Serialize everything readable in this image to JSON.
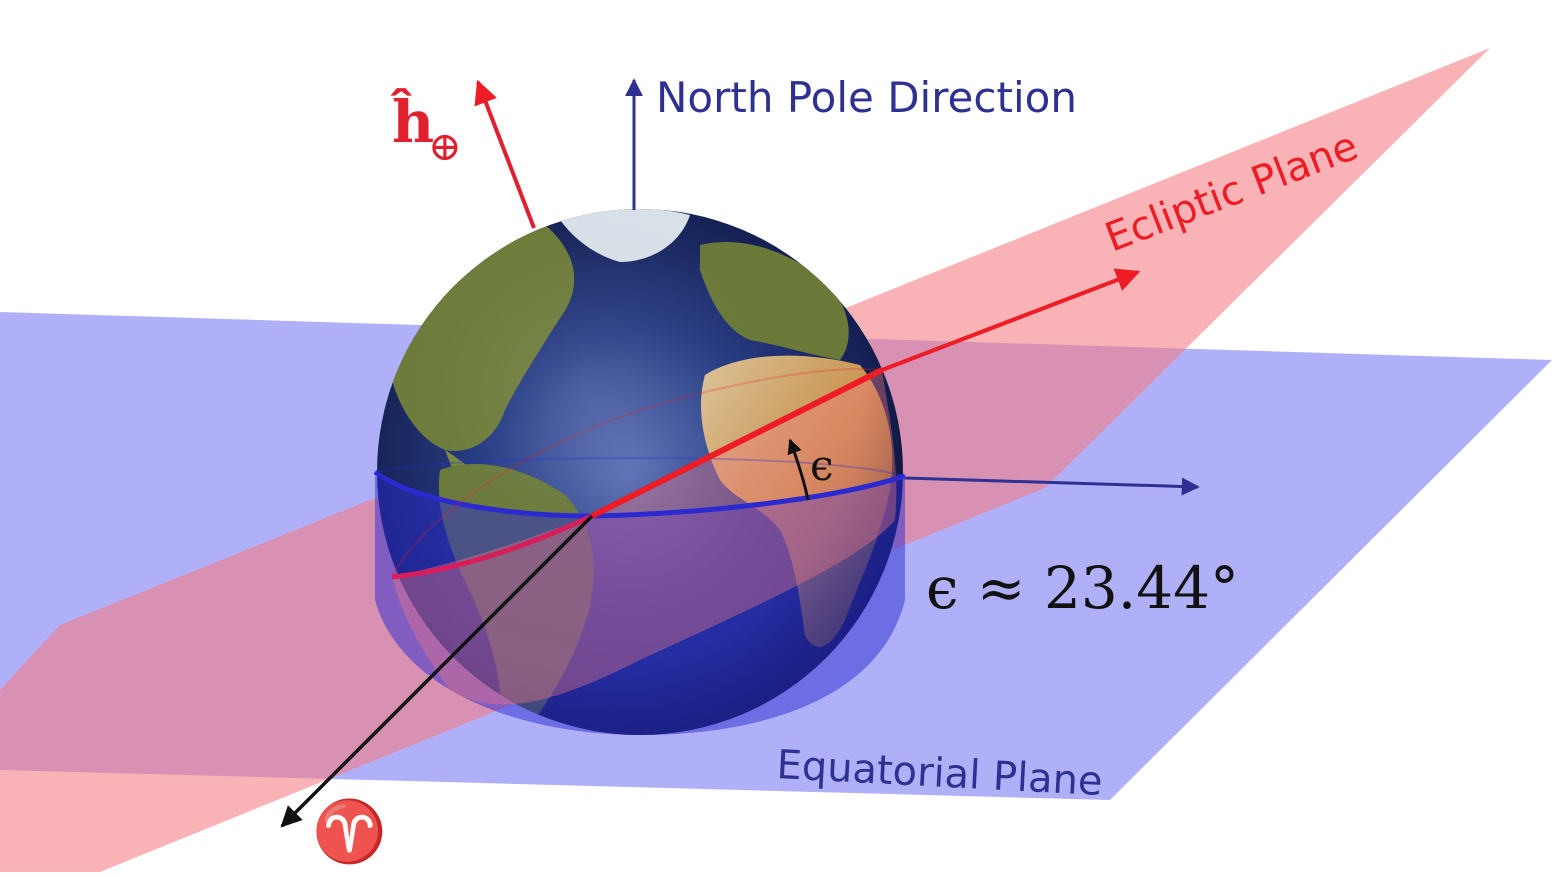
{
  "labels": {
    "north_pole": "North Pole Direction",
    "ecliptic_plane": "Ecliptic Plane",
    "equatorial_plane": "Equatorial Plane",
    "h_vector_main": "ĥ",
    "h_vector_sub": "⊕",
    "obliquity_symbol": "ϵ",
    "obliquity_value": "ϵ ≈ 23.44°",
    "vernal_equinox_symbol": "♈"
  },
  "colors": {
    "equatorial_plane": "#7f7ff5",
    "ecliptic_plane": "#f47a80",
    "ecliptic_line": "#ee1c24",
    "north_pole_arrow": "#2e3192",
    "h_arrow": "#e0202e",
    "equator_ring": "#2a2ad0",
    "vernal_arrow": "#111111",
    "ocean": "#1c2a66",
    "land": "#6c7a3a"
  },
  "icons": {
    "earth": "earth-globe-icon",
    "aries": "aries-symbol-icon"
  }
}
